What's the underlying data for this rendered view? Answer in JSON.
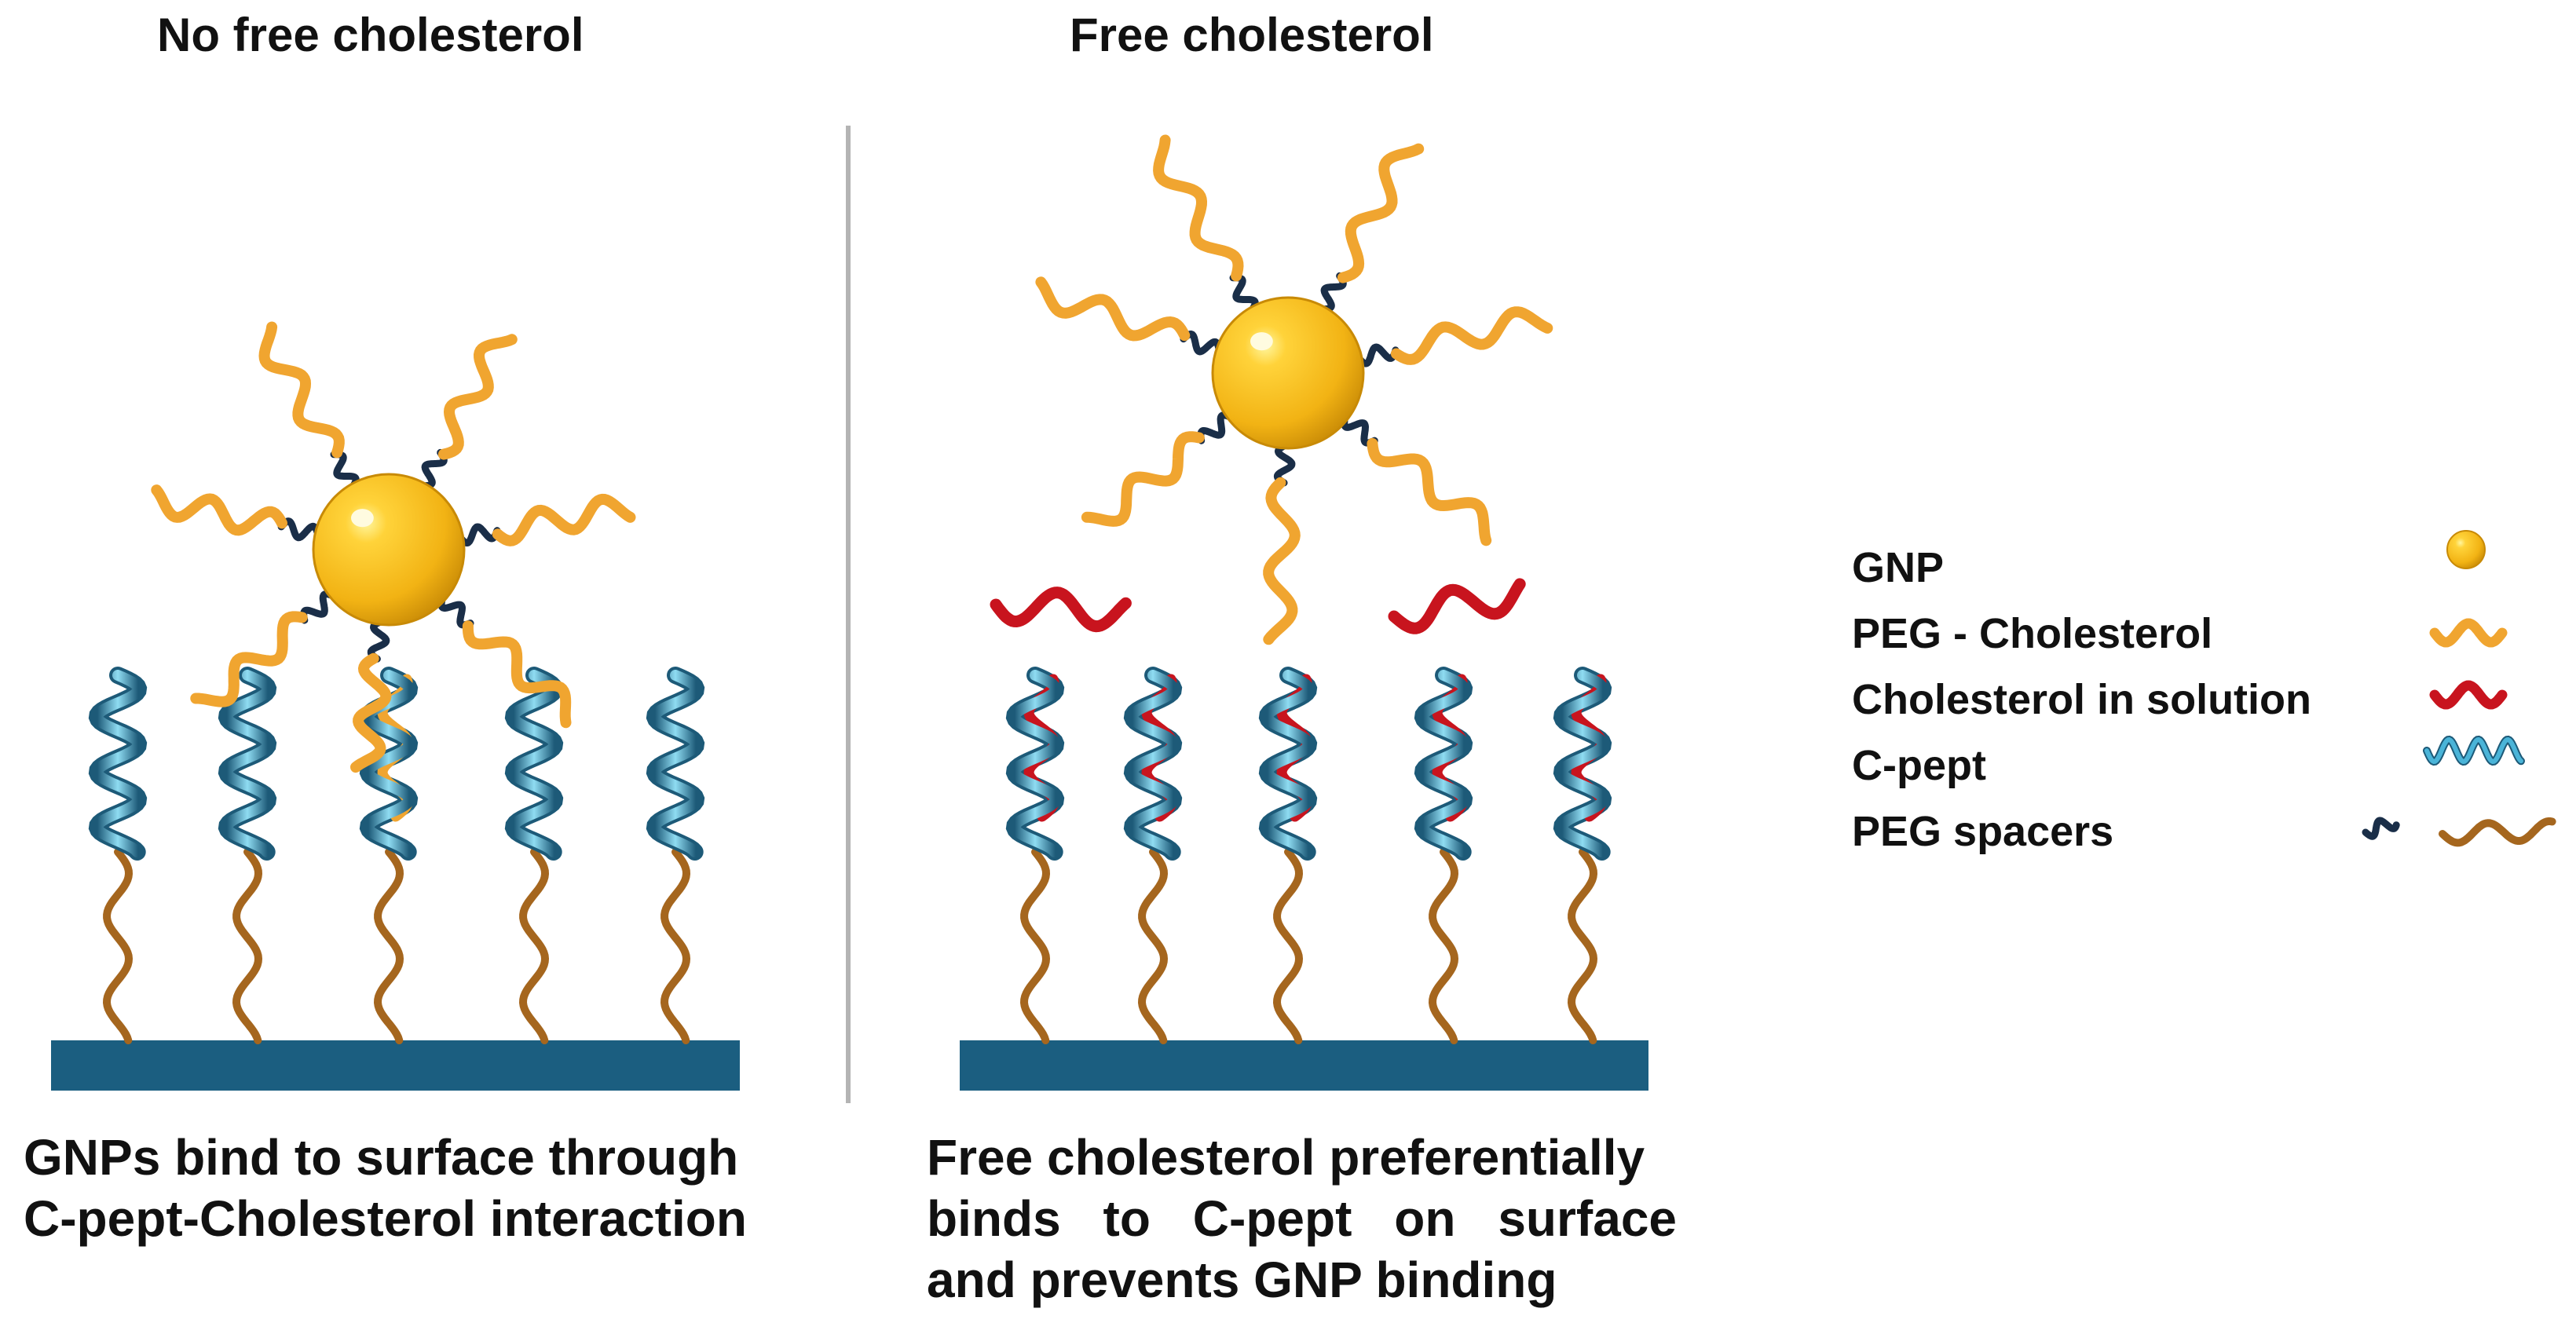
{
  "panels": {
    "left": {
      "title": "No free cholesterol",
      "caption_lines": [
        "GNPs bind to surface through",
        "C-pept-Cholesterol interaction"
      ]
    },
    "right": {
      "title": "Free cholesterol",
      "caption_lines": [
        "Free cholesterol preferentially",
        "binds to C-pept on surface",
        "and prevents GNP binding"
      ]
    }
  },
  "legend": {
    "items": [
      {
        "label": "GNP",
        "icon": "gold-sphere-icon"
      },
      {
        "label": "PEG - Cholesterol",
        "icon": "orange-squiggle-icon"
      },
      {
        "label": "Cholesterol in solution",
        "icon": "red-squiggle-icon"
      },
      {
        "label": "C-pept",
        "icon": "blue-helix-icon"
      },
      {
        "label": "PEG spacers",
        "icon": "spacer-squiggles-icon"
      }
    ]
  },
  "colors": {
    "gnp": "#f2b314",
    "gnp_dark": "#c88a06",
    "peg_cholesterol": "#f0a530",
    "cholesterol_solution": "#c8141e",
    "cpept": "#4ab4d8",
    "cpept_dark": "#1d5a78",
    "peg_spacer_short": "#1a2e48",
    "peg_spacer_long": "#a5661e",
    "surface": "#1b5e80",
    "divider": "#b4b4b4"
  }
}
